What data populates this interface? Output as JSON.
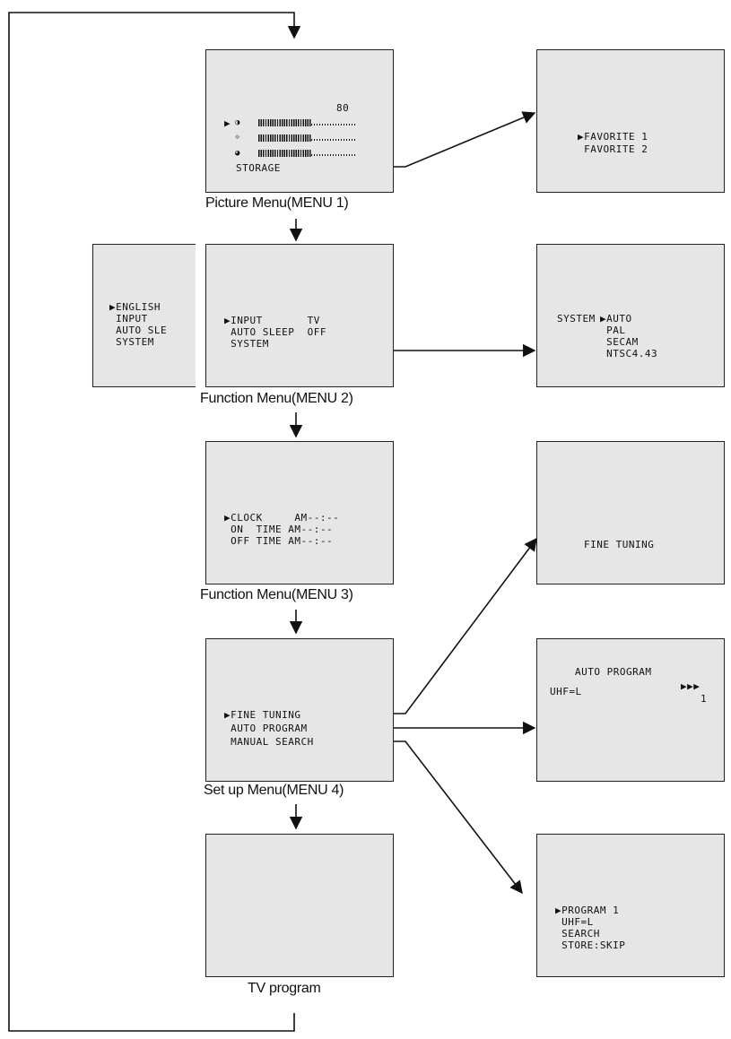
{
  "menus": {
    "picture": {
      "caption": "Picture Menu(MENU 1)",
      "value": "80",
      "levels": [
        0.55,
        0.55,
        0.55
      ],
      "storage": "STORAGE"
    },
    "favorite": {
      "lines": [
        "▶FAVORITE 1",
        " FAVORITE 2"
      ]
    },
    "language": {
      "lines": [
        "▶ENGLISH",
        " INPUT",
        " AUTO SLE",
        " SYSTEM"
      ]
    },
    "function2": {
      "caption": "Function Menu(MENU 2)",
      "lines": [
        "▶INPUT       TV",
        " AUTO SLEEP  OFF",
        " SYSTEM"
      ]
    },
    "system": {
      "label": "SYSTEM",
      "options": [
        "▶AUTO",
        " PAL",
        " SECAM",
        " NTSC4.43"
      ]
    },
    "function3": {
      "caption": "Function Menu(MENU 3)",
      "lines": [
        "▶CLOCK     AM--:--",
        " ON  TIME AM--:--",
        " OFF TIME AM--:--"
      ]
    },
    "setup4": {
      "caption": "Set up Menu(MENU 4)",
      "lines": [
        "▶FINE TUNING",
        " AUTO PROGRAM",
        " MANUAL SEARCH"
      ]
    },
    "finetuning": {
      "text": "FINE TUNING"
    },
    "autoprogram": {
      "title": "AUTO PROGRAM",
      "band": "UHF=L",
      "arrows": "▶▶▶",
      "count": "1"
    },
    "manualsearch": {
      "lines": [
        "▶PROGRAM 1",
        " UHF=L",
        " SEARCH",
        " STORE:SKIP"
      ]
    },
    "tvprogram": {
      "caption": "TV program"
    }
  },
  "icons": [
    "contrast-icon",
    "brightness-icon",
    "color-icon"
  ],
  "colors": {
    "screen": "#e6e6e6",
    "line": "#111111"
  }
}
